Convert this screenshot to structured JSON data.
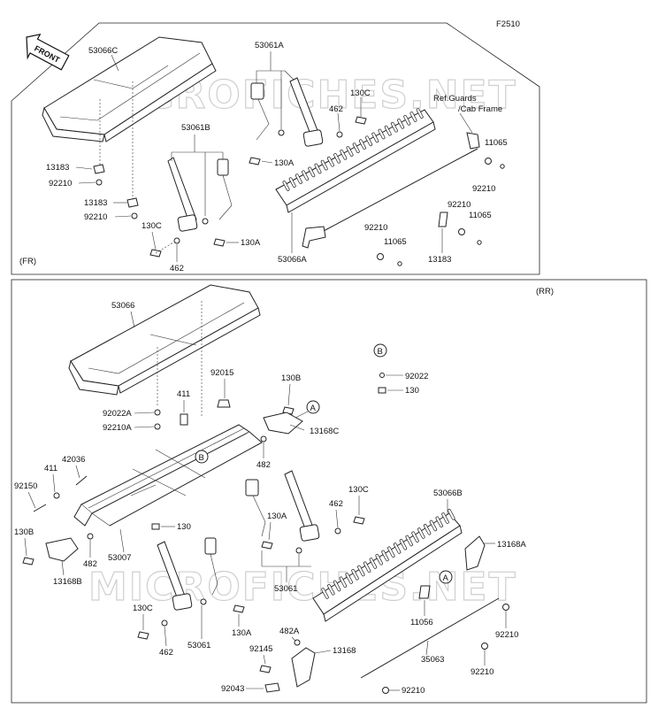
{
  "figure_code": "F2510",
  "front_label": "FRONT",
  "watermark": "MICROFICHES.NET",
  "sections": {
    "front": "(FR)",
    "rear": "(RR)"
  },
  "ref_note": {
    "line1": "Ref.Guards",
    "line2": "/Cab Frame"
  },
  "callouts": {
    "A": "A",
    "B": "B"
  },
  "front_parts": {
    "seat": "53066C",
    "belt_a": "53061A",
    "belt_b": "53061B",
    "panel": "53066A",
    "bolt_130c_a": "130C",
    "bolt_130c_b": "130C",
    "bolt_130a_a": "130A",
    "bolt_130a_b": "130A",
    "nut_462_a": "462",
    "nut_462_b": "462",
    "clip_13183_a": "13183",
    "clip_13183_b": "13183",
    "clip_13183_c": "13183",
    "washer_92210_a": "92210",
    "washer_92210_b": "92210",
    "washer_92210_c": "92210",
    "washer_92210_d": "92210",
    "washer_92210_e": "92210",
    "pin_11065_a": "11065",
    "pin_11065_b": "11065",
    "pin_11065_c": "11065"
  },
  "rear_parts": {
    "seat": "53066",
    "washer_92022a": "92022A",
    "washer_92210a": "92210A",
    "bolt_411_a": "411",
    "bolt_411_b": "411",
    "nut_92015": "92015",
    "bolt_130b_a": "130B",
    "bolt_130b_b": "130B",
    "bracket_13168c": "13168C",
    "washer_482_a": "482",
    "washer_482_b": "482",
    "washer_482a": "482A",
    "pin_42036": "42036",
    "bolt_92150": "92150",
    "frame_53007": "53007",
    "bracket_13168b": "13168B",
    "bolt_130": "130",
    "bolt_130_b": "130",
    "belt_53061_a": "53061",
    "belt_53061_b": "53061",
    "bolt_130c_a": "130C",
    "bolt_130c_b": "130C",
    "bolt_130a_a": "130A",
    "bolt_130a_b": "130A",
    "nut_462_a": "462",
    "nut_462_b": "462",
    "washer_92022": "92022",
    "panel_53066b": "53066B",
    "bracket_13168a": "13168A",
    "clip_11056": "11056",
    "washer_92210_a": "92210",
    "washer_92210_b": "92210",
    "washer_92210_c": "92210",
    "bracket_13168": "13168",
    "rod_35063": "35063",
    "bolt_92145": "92145",
    "bolt_92043": "92043"
  }
}
